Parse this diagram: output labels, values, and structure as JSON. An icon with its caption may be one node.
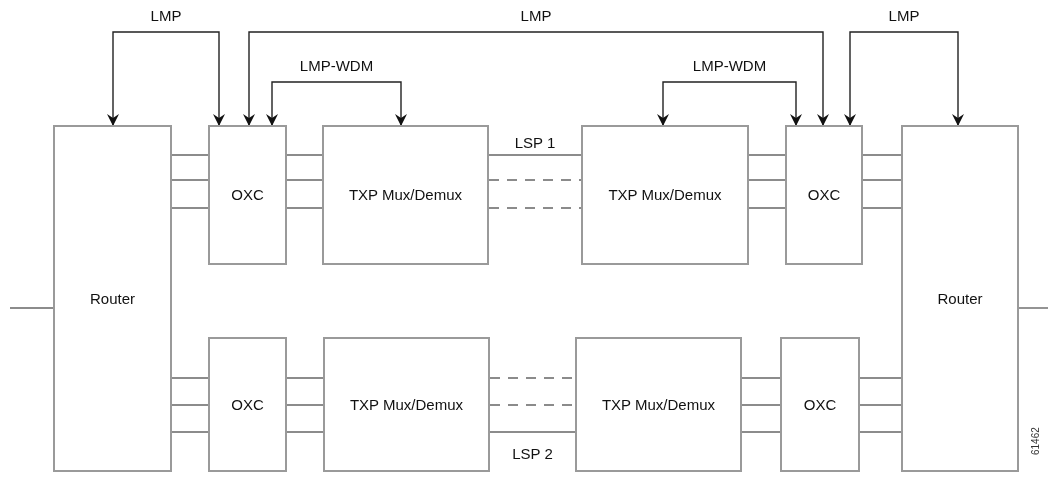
{
  "diagram": {
    "nodes": [
      {
        "text": [
          "Router"
        ]
      },
      {
        "text": [
          "OXC"
        ]
      },
      {
        "text": [
          "TXP Mux/Demux"
        ]
      },
      {
        "text": [
          "TXP Mux/Demux"
        ]
      },
      {
        "text": [
          "OXC"
        ]
      },
      {
        "text": [
          "Router"
        ]
      },
      {
        "text": [
          "OXC"
        ]
      },
      {
        "text": [
          "TXP Mux/Demux"
        ]
      },
      {
        "text": [
          "TXP Mux/Demux"
        ]
      },
      {
        "text": [
          "OXC"
        ]
      }
    ],
    "edges": [
      {
        "from": 0,
        "to": 1,
        "arrow": "both",
        "label": "LMP"
      },
      {
        "from": 1,
        "to": 4,
        "arrow": "both",
        "label": "LMP"
      },
      {
        "from": 4,
        "to": 5,
        "arrow": "both",
        "label": "LMP"
      },
      {
        "from": 1,
        "to": 2,
        "arrow": "both",
        "label": "LMP-WDM"
      },
      {
        "from": 3,
        "to": 4,
        "arrow": "both",
        "label": "LMP-WDM"
      },
      {
        "from": 0,
        "to": 1,
        "arrow": "none"
      },
      {
        "from": 0,
        "to": 1,
        "arrow": "none"
      },
      {
        "from": 0,
        "to": 1,
        "arrow": "none"
      },
      {
        "from": 1,
        "to": 2,
        "arrow": "none"
      },
      {
        "from": 1,
        "to": 2,
        "arrow": "none"
      },
      {
        "from": 1,
        "to": 2,
        "arrow": "none"
      },
      {
        "from": 2,
        "to": 3,
        "arrow": "none",
        "label": "LSP 1"
      },
      {
        "from": 2,
        "to": 3,
        "arrow": "none",
        "style": "dashed"
      },
      {
        "from": 2,
        "to": 3,
        "arrow": "none",
        "style": "dashed"
      },
      {
        "from": 3,
        "to": 4,
        "arrow": "none"
      },
      {
        "from": 3,
        "to": 4,
        "arrow": "none"
      },
      {
        "from": 3,
        "to": 4,
        "arrow": "none"
      },
      {
        "from": 4,
        "to": 5,
        "arrow": "none"
      },
      {
        "from": 4,
        "to": 5,
        "arrow": "none"
      },
      {
        "from": 4,
        "to": 5,
        "arrow": "none"
      },
      {
        "from": 0,
        "to": 6,
        "arrow": "none"
      },
      {
        "from": 0,
        "to": 6,
        "arrow": "none"
      },
      {
        "from": 0,
        "to": 6,
        "arrow": "none"
      },
      {
        "from": 6,
        "to": 7,
        "arrow": "none"
      },
      {
        "from": 6,
        "to": 7,
        "arrow": "none"
      },
      {
        "from": 6,
        "to": 7,
        "arrow": "none"
      },
      {
        "from": 7,
        "to": 8,
        "arrow": "none",
        "style": "dashed"
      },
      {
        "from": 7,
        "to": 8,
        "arrow": "none",
        "style": "dashed"
      },
      {
        "from": 7,
        "to": 8,
        "arrow": "none",
        "label": "LSP 2"
      },
      {
        "from": 8,
        "to": 9,
        "arrow": "none"
      },
      {
        "from": 8,
        "to": 9,
        "arrow": "none"
      },
      {
        "from": 8,
        "to": 9,
        "arrow": "none"
      },
      {
        "from": 9,
        "to": 5,
        "arrow": "none"
      },
      {
        "from": 9,
        "to": 5,
        "arrow": "none"
      },
      {
        "from": 9,
        "to": 5,
        "arrow": "none"
      },
      {
        "from": null,
        "to": 0,
        "arrow": "none"
      },
      {
        "from": 5,
        "to": null,
        "arrow": "none"
      }
    ],
    "labels": [
      "61462"
    ]
  }
}
